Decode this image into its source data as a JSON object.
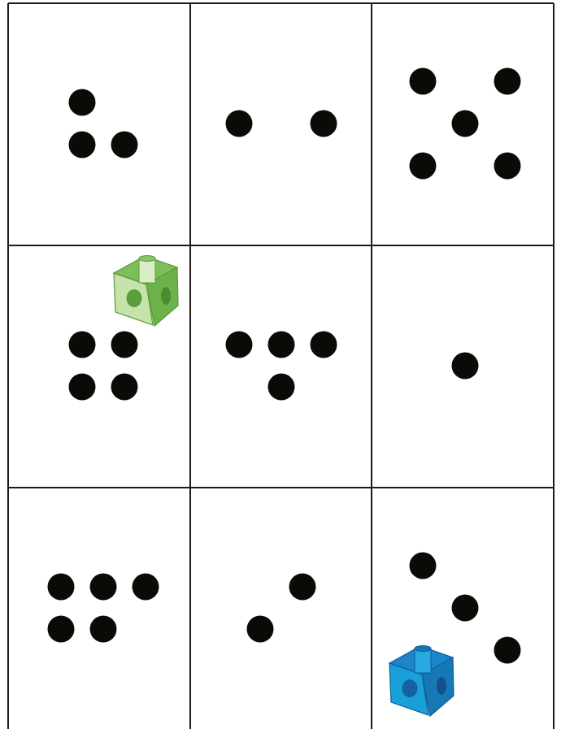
{
  "board": {
    "rows": 3,
    "columns": 3,
    "colors": {
      "background": "#ffffff",
      "grid_line": "#1a1a1a",
      "dot": "#0b0a06"
    },
    "cards": [
      {
        "id": "card-1",
        "dot_count": 3
      },
      {
        "id": "card-2",
        "dot_count": 2
      },
      {
        "id": "card-3",
        "dot_count": 5
      },
      {
        "id": "card-4",
        "dot_count": 4,
        "marker": "green-cube"
      },
      {
        "id": "card-5",
        "dot_count": 4
      },
      {
        "id": "card-6",
        "dot_count": 1
      },
      {
        "id": "card-7",
        "dot_count": 5
      },
      {
        "id": "card-8",
        "dot_count": 2
      },
      {
        "id": "card-9",
        "dot_count": 3,
        "marker": "blue-cube"
      }
    ]
  },
  "markers": [
    {
      "name": "green-cube-icon",
      "card": "card-4",
      "colors": {
        "top": "#7dbd5b",
        "front": "#c7e3ac",
        "side": "#6cb24b",
        "peg": "#d9eec6",
        "hole": "#5a9e3c",
        "edge": "#5a9a3a"
      }
    },
    {
      "name": "blue-cube-icon",
      "card": "card-9",
      "colors": {
        "top": "#1a86c7",
        "front": "#1aa0d8",
        "side": "#1778b6",
        "peg": "#2aa8e0",
        "hole": "#1560a0",
        "edge": "#0f5e98"
      }
    }
  ]
}
